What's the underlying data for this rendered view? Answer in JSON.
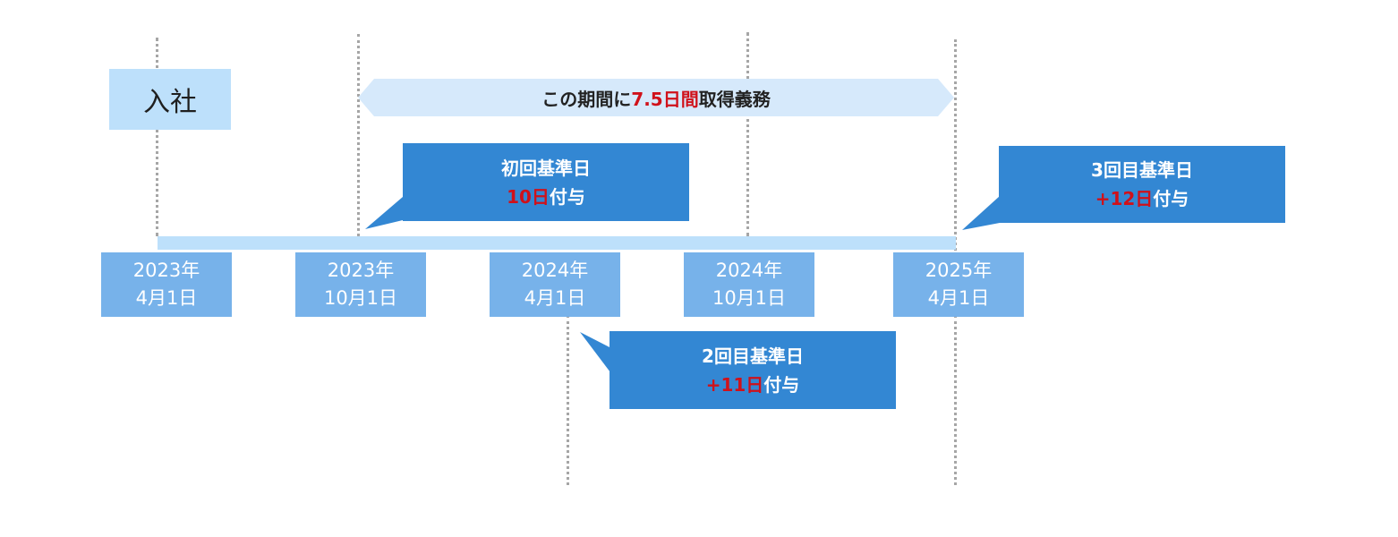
{
  "join": {
    "label": "入社"
  },
  "period": {
    "prefix": "この期間に",
    "highlight": "7.5日間",
    "suffix": "取得義務"
  },
  "dates": [
    {
      "year": "2023年",
      "day": "4月1日"
    },
    {
      "year": "2023年",
      "day": "10月1日"
    },
    {
      "year": "2024年",
      "day": "4月1日"
    },
    {
      "year": "2024年",
      "day": "10月1日"
    },
    {
      "year": "2025年",
      "day": "4月1日"
    }
  ],
  "callouts": [
    {
      "title": "初回基準日",
      "highlight": "10日",
      "suffix": "付与"
    },
    {
      "title": "2回目基準日",
      "highlight": "+11日",
      "suffix": "付与"
    },
    {
      "title": "3回目基準日",
      "highlight": "+12日",
      "suffix": "付与"
    }
  ],
  "colors": {
    "timeline_bar": "#bde0fb",
    "date_box": "#77b2ea",
    "callout": "#3387d3",
    "period_arrow": "#d6e9fb",
    "highlight_red": "#d0111a",
    "dotted_line": "#a6a6a6"
  }
}
